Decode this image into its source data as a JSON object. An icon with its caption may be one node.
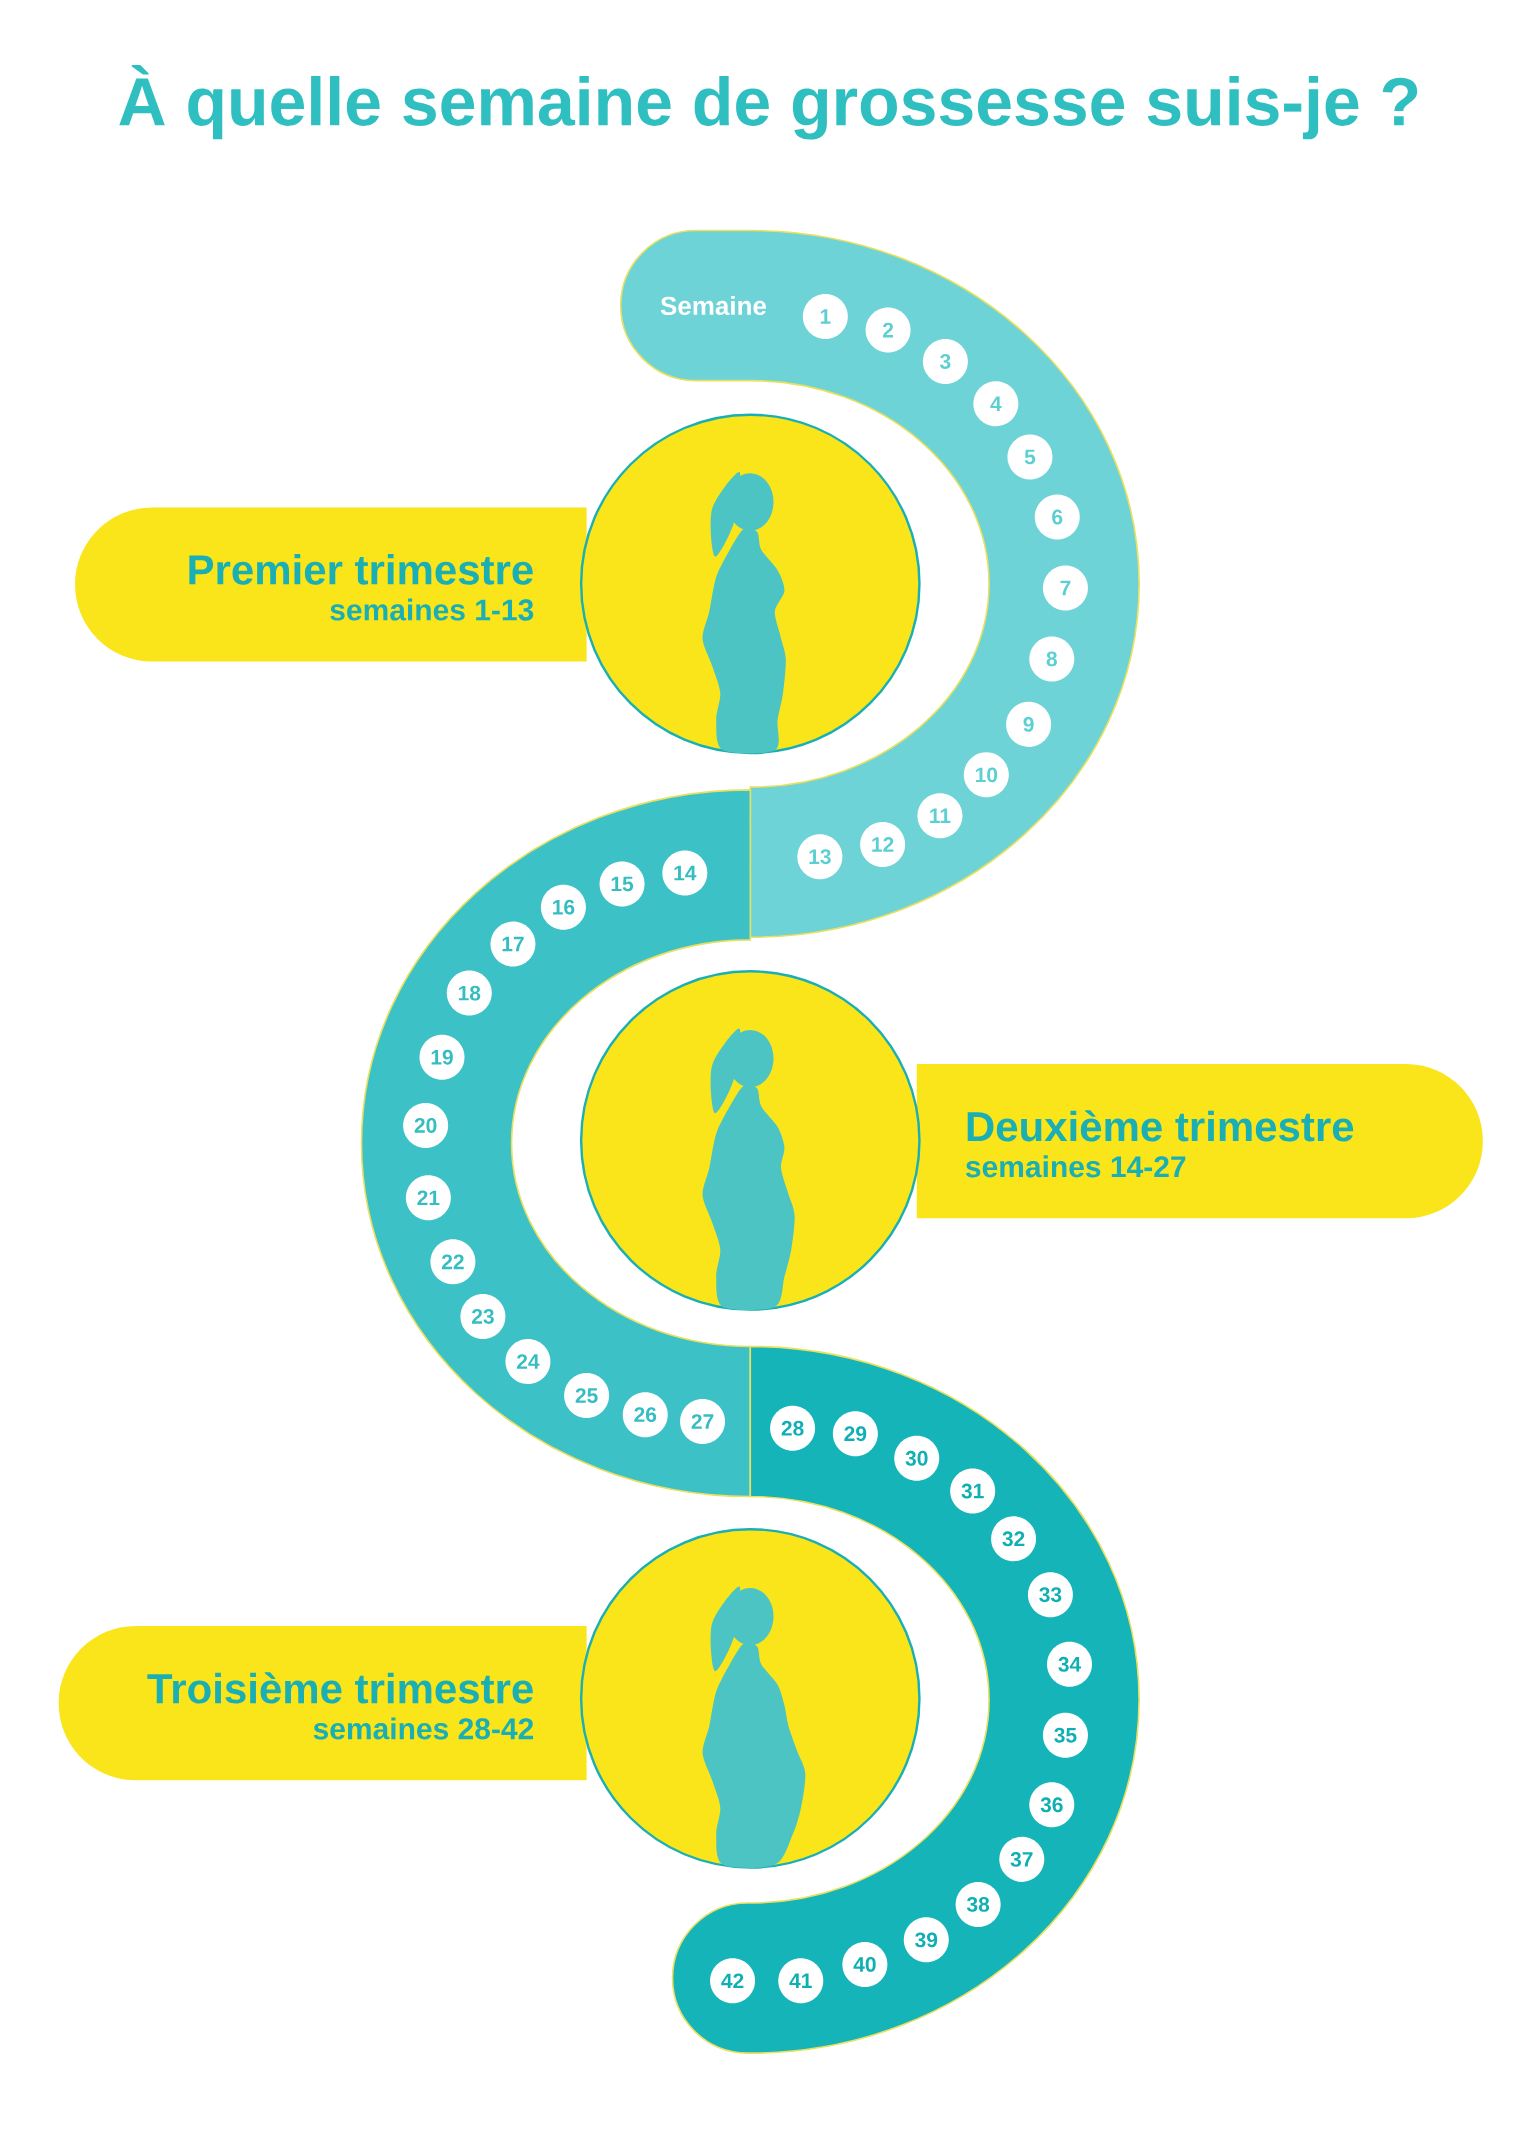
{
  "diagram": {
    "title": "À quelle semaine de grossesse suis-je ?",
    "nodes": [
      {
        "text": [
          "Semaine"
        ]
      },
      {
        "text": [
          "1"
        ],
        "in": 0
      },
      {
        "text": [
          "2"
        ],
        "in": 0
      },
      {
        "text": [
          "3"
        ],
        "in": 0
      },
      {
        "text": [
          "4"
        ],
        "in": 0
      },
      {
        "text": [
          "5"
        ],
        "in": 0
      },
      {
        "text": [
          "6"
        ],
        "in": 0
      },
      {
        "text": [
          "7"
        ],
        "in": 0
      },
      {
        "text": [
          "8"
        ],
        "in": 0
      },
      {
        "text": [
          "9"
        ],
        "in": 0
      },
      {
        "text": [
          "10"
        ],
        "in": 0
      },
      {
        "text": [
          "11"
        ],
        "in": 0
      },
      {
        "text": [
          "12"
        ],
        "in": 0
      },
      {
        "text": [
          "13"
        ],
        "in": 0
      },
      {
        "text": [
          "Premier trimestre",
          "semaines 1-13"
        ]
      },
      {
        "text": [],
        "shape": "picture"
      },
      {
        "text": [],
        "shape": "band"
      },
      {
        "text": [
          "14"
        ],
        "in": 16
      },
      {
        "text": [
          "15"
        ],
        "in": 16
      },
      {
        "text": [
          "16"
        ],
        "in": 16
      },
      {
        "text": [
          "17"
        ],
        "in": 16
      },
      {
        "text": [
          "18"
        ],
        "in": 16
      },
      {
        "text": [
          "19"
        ],
        "in": 16
      },
      {
        "text": [
          "20"
        ],
        "in": 16
      },
      {
        "text": [
          "21"
        ],
        "in": 16
      },
      {
        "text": [
          "22"
        ],
        "in": 16
      },
      {
        "text": [
          "23"
        ],
        "in": 16
      },
      {
        "text": [
          "24"
        ],
        "in": 16
      },
      {
        "text": [
          "25"
        ],
        "in": 16
      },
      {
        "text": [
          "26"
        ],
        "in": 16
      },
      {
        "text": [
          "27"
        ],
        "in": 16
      },
      {
        "text": [
          "Deuxième trimestre",
          "semaines 14-27"
        ]
      },
      {
        "text": [],
        "shape": "picture"
      },
      {
        "text": [],
        "shape": "band"
      },
      {
        "text": [
          "28"
        ],
        "in": 33
      },
      {
        "text": [
          "29"
        ],
        "in": 33
      },
      {
        "text": [
          "30"
        ],
        "in": 33
      },
      {
        "text": [
          "31"
        ],
        "in": 33
      },
      {
        "text": [
          "32"
        ],
        "in": 33
      },
      {
        "text": [
          "33"
        ],
        "in": 33
      },
      {
        "text": [
          "34"
        ],
        "in": 33
      },
      {
        "text": [
          "35"
        ],
        "in": 33
      },
      {
        "text": [
          "36"
        ],
        "in": 33
      },
      {
        "text": [
          "37"
        ],
        "in": 33
      },
      {
        "text": [
          "38"
        ],
        "in": 33
      },
      {
        "text": [
          "39"
        ],
        "in": 33
      },
      {
        "text": [
          "40"
        ],
        "in": 33
      },
      {
        "text": [
          "41"
        ],
        "in": 33
      },
      {
        "text": [
          "42"
        ],
        "in": 33
      },
      {
        "text": [
          "Troisième trimestre",
          "semaines 28-42"
        ]
      },
      {
        "text": [],
        "shape": "picture"
      }
    ],
    "edges": []
  }
}
